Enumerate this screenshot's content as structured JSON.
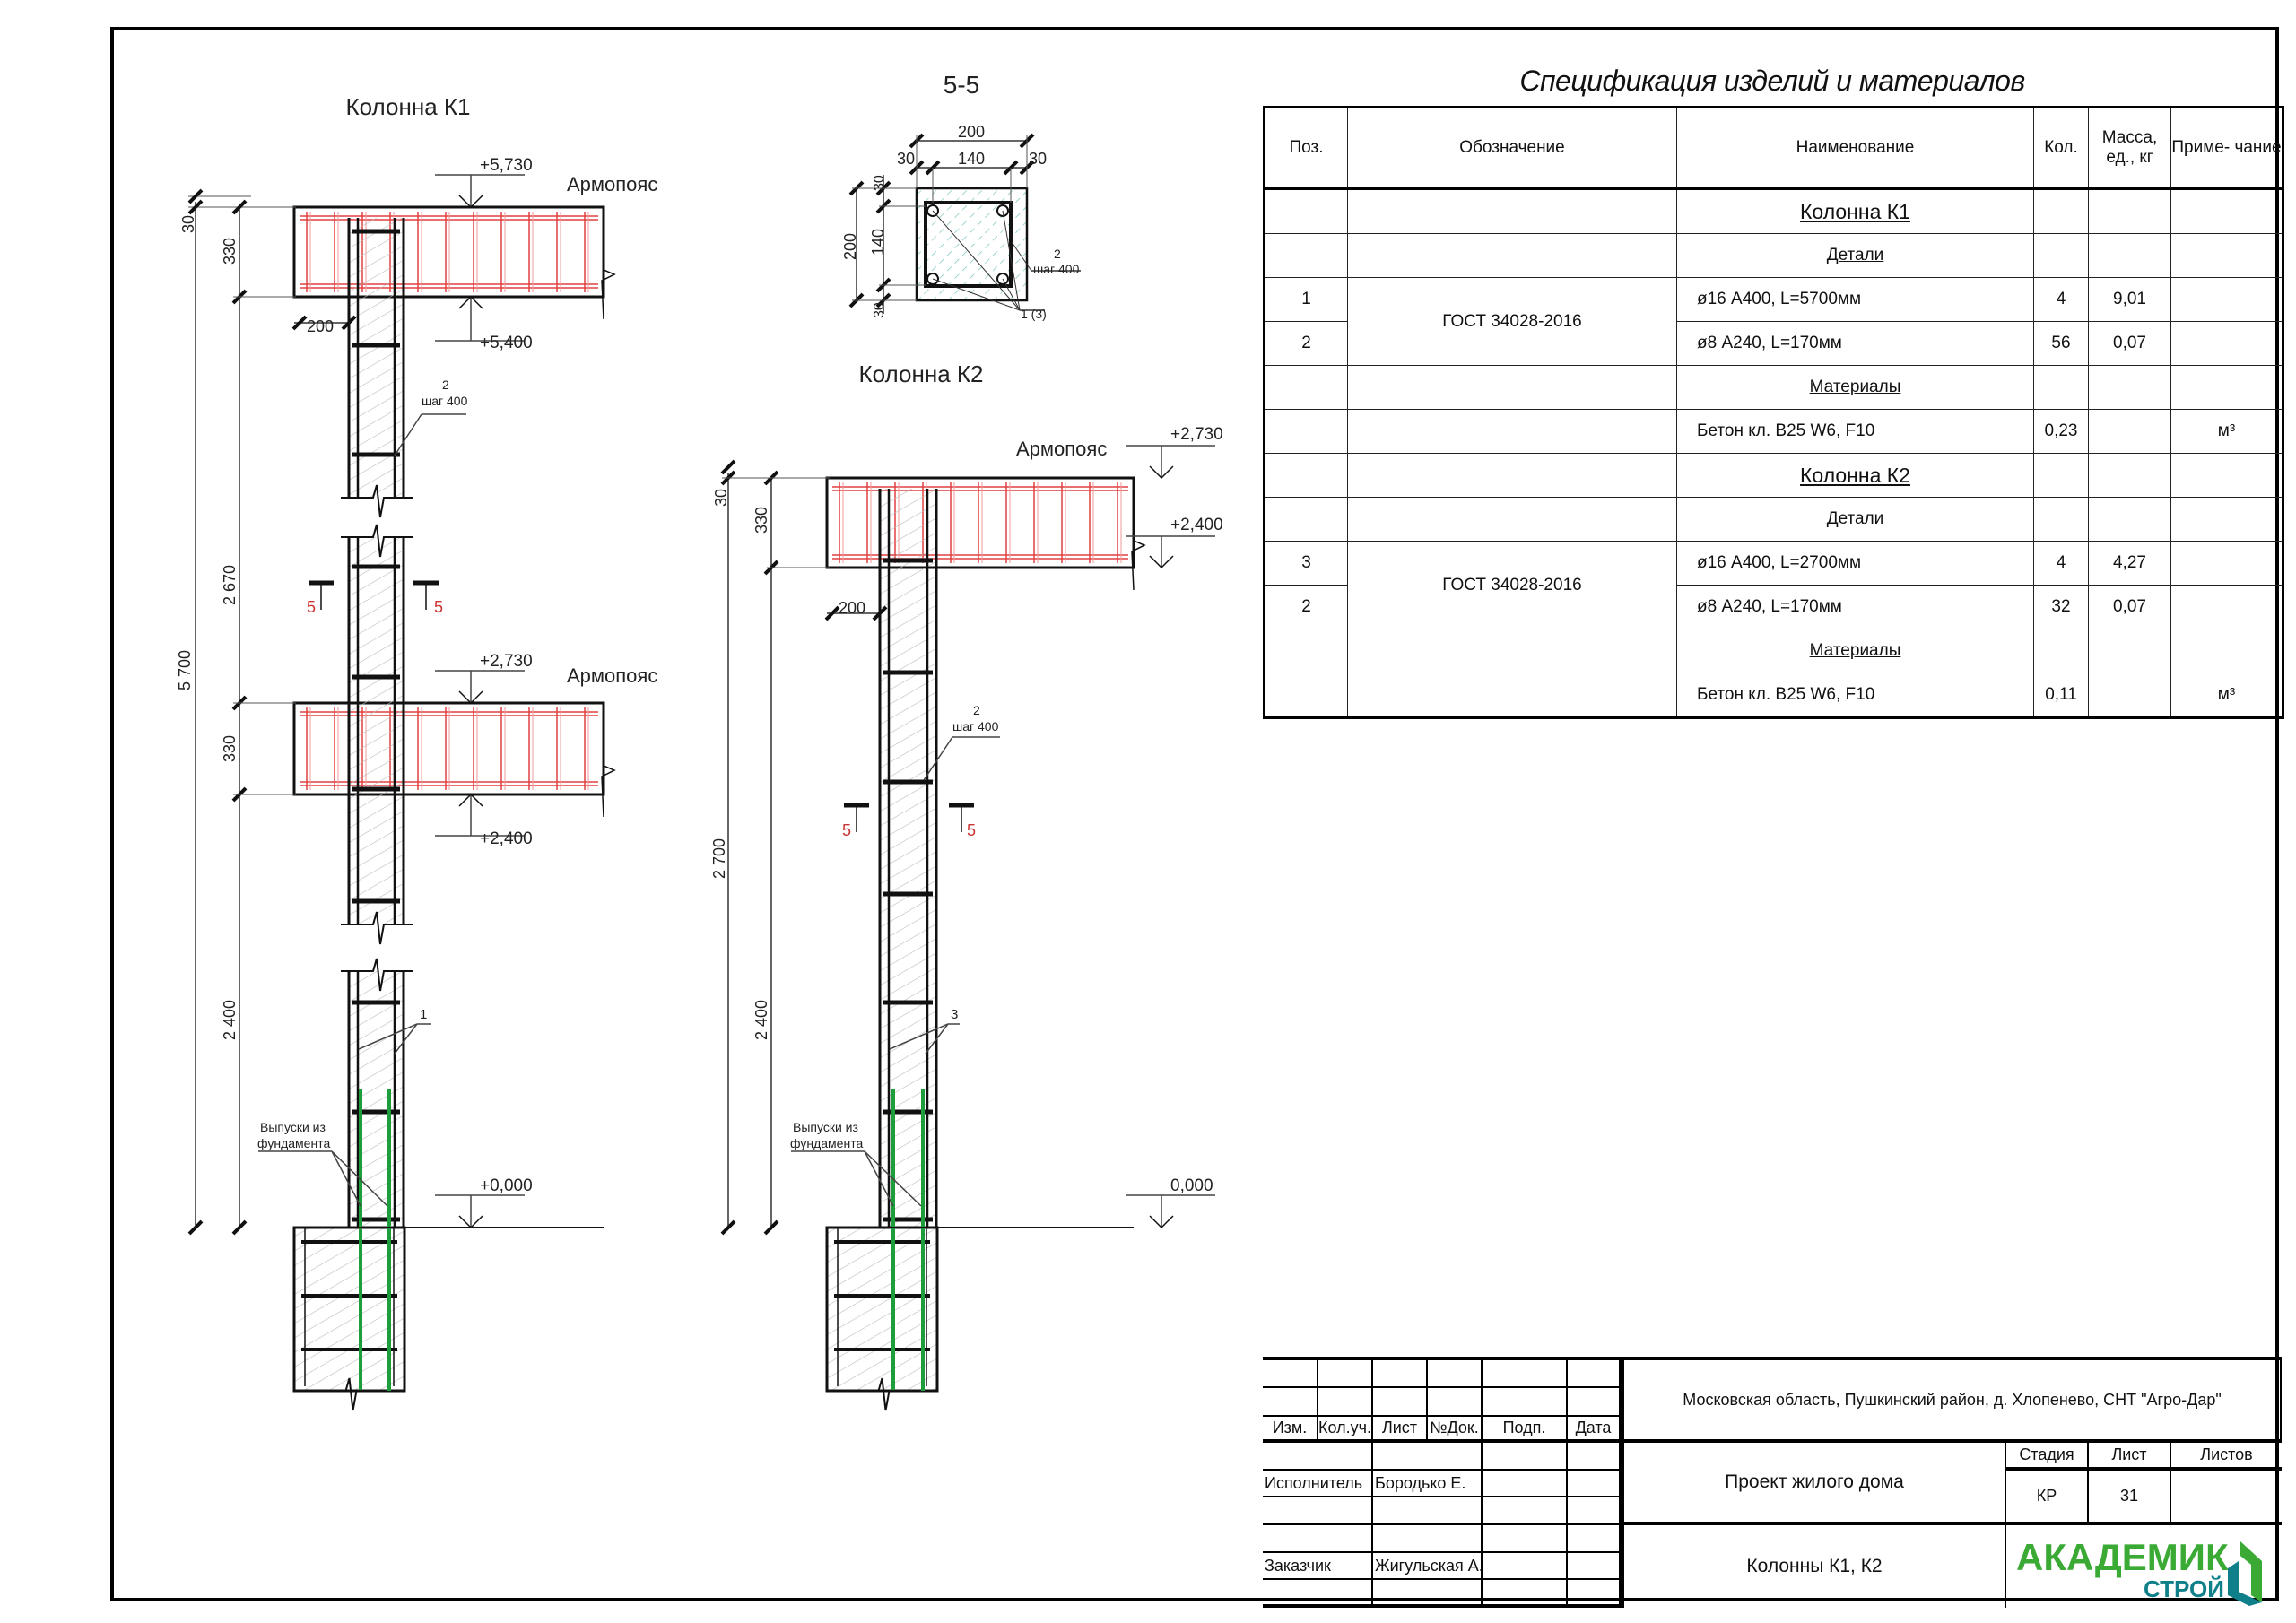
{
  "drawing": {
    "k1_title": "Колонна К1",
    "k2_title": "Колонна К2",
    "section_title": "5-5",
    "armopoyas": "Армопояс",
    "k1": {
      "elev_top": "+5,730",
      "elev_beam_bottom": "+5,400",
      "elev_beam2_top": "+2,730",
      "elev_beam2_bottom": "+2,400",
      "elev_ground": "+0,000",
      "dim_30": "30",
      "dim_330_top": "330",
      "dim_total": "5 700",
      "dim_2670": "2 670",
      "dim_330_mid": "330",
      "dim_2400": "2 400",
      "dim_200": "200",
      "callout_stirrup": "2",
      "callout_step": "шаг 400",
      "callout_bar": "1"
    },
    "k2": {
      "elev_top": "+2,730",
      "elev_beam_bottom": "+2,400",
      "elev_ground": "0,000",
      "dim_30": "30",
      "dim_330": "330",
      "dim_total": "2 700",
      "dim_2400": "2 400",
      "dim_200": "200",
      "callout_stirrup": "2",
      "callout_step": "шаг 400",
      "callout_bar": "3"
    },
    "outlets_line1": "Выпуски из",
    "outlets_line2": "фундамента",
    "section_mark": "5",
    "section": {
      "w_total": "200",
      "w_inner": "140",
      "w_left": "30",
      "w_right": "30",
      "h_total": "200",
      "h_inner": "140",
      "h_top": "30",
      "h_bottom": "30",
      "callout_stirrup": "2",
      "callout_step": "шаг 400",
      "callout_bars": "1 (3)"
    }
  },
  "spec": {
    "title": "Спецификация изделий и материалов",
    "headers": [
      "Поз.",
      "Обозначение",
      "Наименование",
      "Кол.",
      "Масса, ед., кг",
      "Приме- чание"
    ],
    "rows": [
      {
        "type": "heading",
        "big": true,
        "name": "Колонна К1"
      },
      {
        "type": "heading",
        "name": "Детали"
      },
      {
        "type": "item",
        "pos": "1",
        "designation": "ГОСТ 34028-2016",
        "span": 2,
        "name": "ø16 А400, L=5700мм",
        "qty": "4",
        "mass": "9,01",
        "note": ""
      },
      {
        "type": "item",
        "pos": "2",
        "name": "ø8 А240, L=170мм",
        "qty": "56",
        "mass": "0,07",
        "note": ""
      },
      {
        "type": "heading",
        "name": "Материалы"
      },
      {
        "type": "item",
        "pos": "",
        "designation": "",
        "name": "Бетон кл. В25 W6, F10",
        "qty": "0,23",
        "mass": "",
        "note": "м³"
      },
      {
        "type": "heading",
        "big": true,
        "name": "Колонна К2"
      },
      {
        "type": "heading",
        "name": "Детали"
      },
      {
        "type": "item",
        "pos": "3",
        "designation": "ГОСТ 34028-2016",
        "span": 2,
        "name": "ø16 А400, L=2700мм",
        "qty": "4",
        "mass": "4,27",
        "note": ""
      },
      {
        "type": "item",
        "pos": "2",
        "name": "ø8 А240, L=170мм",
        "qty": "32",
        "mass": "0,07",
        "note": ""
      },
      {
        "type": "heading",
        "name": "Материалы"
      },
      {
        "type": "item",
        "pos": "",
        "designation": "",
        "name": "Бетон кл. В25 W6, F10",
        "qty": "0,11",
        "mass": "",
        "note": "м³"
      }
    ]
  },
  "titleblock": {
    "col_headers": [
      "Изм.",
      "Кол.уч.",
      "Лист",
      "№Док.",
      "Подп.",
      "Дата"
    ],
    "executor_label": "Исполнитель",
    "executor_name": "Бородько Е.",
    "customer_label": "Заказчик",
    "customer_name": "Жигульская А.",
    "address": "Московская область, Пушкинский район, д. Хлопенево, СНТ \"Агро-Дар\"",
    "project": "Проект жилого дома",
    "sheet_title": "Колонны К1, К2",
    "stage_label": "Стадия",
    "sheet_label": "Лист",
    "sheets_label": "Листов",
    "stage_value": "КР",
    "sheet_value": "31",
    "sheets_value": "",
    "logo_main": "АКАДЕМИК",
    "logo_sub": "СТРОЙ",
    "logo_green": "#3aaa35",
    "logo_teal": "#0f7f8a"
  }
}
